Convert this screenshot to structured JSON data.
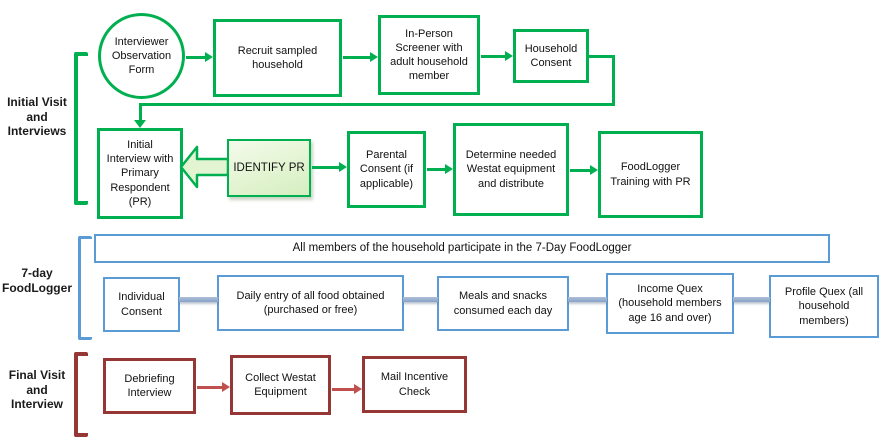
{
  "palette": {
    "green": "#00B050",
    "green_fill": "#e3f4d2",
    "blue": "#5B9BD5",
    "dark_red": "#953735",
    "red_arrow": "#C0504D"
  },
  "sections": [
    {
      "name": "initial-visit-and-interviews",
      "label_lines": [
        "Initial Visit",
        "and",
        "Interviews"
      ]
    },
    {
      "name": "7-day-foodlogger",
      "label_lines": [
        "7-day",
        "FoodLogger"
      ]
    },
    {
      "name": "final-visit-and-interview",
      "label_lines": [
        "Final Visit",
        "and",
        "Interview"
      ]
    }
  ],
  "flow": {
    "row1": {
      "circle": "Interviewer Observation Form",
      "recruit": "Recruit sampled household",
      "screener": "In-Person Screener with adult household member",
      "consent": "Household Consent"
    },
    "row2": {
      "initial_interview": "Initial Interview with Primary Respondent (PR)",
      "identify_pr": "IDENTIFY PR",
      "parental": "Parental Consent (if applicable)",
      "determine": "Determine needed Westat equipment and distribute",
      "training": "FoodLogger Training with PR"
    },
    "foodlogger": {
      "banner": "All members of the household participate in the 7-Day FoodLogger",
      "individual_consent": "Individual Consent",
      "daily_entry": "Daily entry of all food obtained (purchased or free)",
      "meals": "Meals and snacks consumed each day",
      "income_quex": "Income Quex (household members age 16 and over)",
      "profile_quex": "Profile Quex (all household members)"
    },
    "final": {
      "debriefing": "Debriefing Interview",
      "collect": "Collect Westat Equipment",
      "mail": "Mail Incentive Check"
    }
  }
}
